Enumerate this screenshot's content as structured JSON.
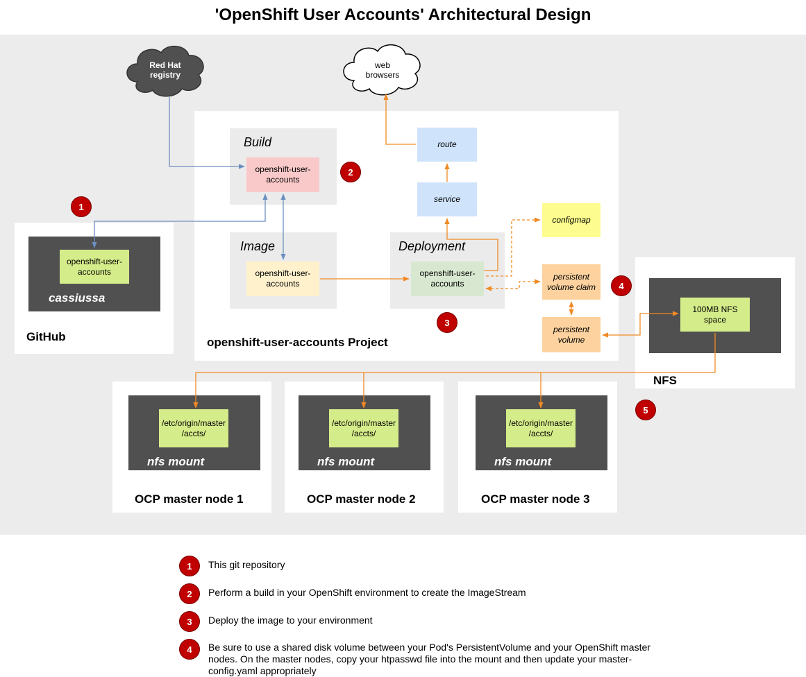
{
  "title": "'OpenShift User Accounts' Architectural Design",
  "clouds": {
    "registry": "Red Hat\nregistry",
    "browsers": "web\nbrowsers"
  },
  "github": {
    "label": "GitHub",
    "inner_label": "cassiussa",
    "repo_box": "openshift-user-accounts"
  },
  "project": {
    "label": "openshift-user-accounts Project",
    "build": {
      "label": "Build",
      "box": "openshift-user-accounts"
    },
    "image": {
      "label": "Image",
      "box": "openshift-user-accounts"
    },
    "deployment": {
      "label": "Deployment",
      "box": "openshift-user-accounts"
    },
    "route": "route",
    "service": "service",
    "configmap": "configmap",
    "pvc": "persistent volume claim",
    "pv": "persistent volume"
  },
  "nfs": {
    "label": "NFS",
    "space": "100MB NFS space"
  },
  "master_nodes": [
    {
      "label": "OCP master node 1",
      "mount_label": "nfs mount",
      "path": "/etc/origin/master /accts/"
    },
    {
      "label": "OCP master node 2",
      "mount_label": "nfs mount",
      "path": "/etc/origin/master /accts/"
    },
    {
      "label": "OCP master node 3",
      "mount_label": "nfs mount",
      "path": "/etc/origin/master /accts/"
    }
  ],
  "badges": [
    "1",
    "2",
    "3",
    "4",
    "5"
  ],
  "legend": [
    {
      "num": "1",
      "text": "This git repository"
    },
    {
      "num": "2",
      "text": "Perform a build in your OpenShift environment to create the ImageStream"
    },
    {
      "num": "3",
      "text": "Deploy the image to your environment"
    },
    {
      "num": "4",
      "text": "Be sure to use a shared disk volume between your Pod's PersistentVolume and your OpenShift master nodes.  On the master nodes, copy your htpasswd file into the mount and then update your master-config.yaml appropriately"
    }
  ],
  "colors": {
    "badge": "#c00000",
    "arrow_blue": "#6b8fc0",
    "arrow_orange": "#f08a24",
    "dark_box": "#505050"
  }
}
